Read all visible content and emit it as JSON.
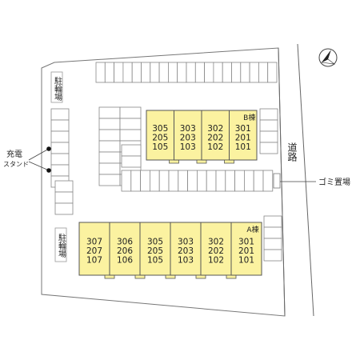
{
  "labels": {
    "parking_top": "駐輪場",
    "parking_bottom": "駐輪場",
    "charge_line1": "充電",
    "charge_line2": "スタンド",
    "road": "道路",
    "garbage": "ゴミ置場",
    "north_icon": "north-arrow"
  },
  "buildings": {
    "B": {
      "name": "B棟",
      "units": [
        {
          "rooms": [
            "305",
            "205",
            "105"
          ]
        },
        {
          "rooms": [
            "303",
            "203",
            "103"
          ]
        },
        {
          "rooms": [
            "302",
            "202",
            "102"
          ]
        },
        {
          "rooms": [
            "301",
            "201",
            "101"
          ]
        }
      ]
    },
    "A": {
      "name": "A棟",
      "units": [
        {
          "rooms": [
            "307",
            "207",
            "107"
          ]
        },
        {
          "rooms": [
            "306",
            "206",
            "106"
          ]
        },
        {
          "rooms": [
            "305",
            "205",
            "105"
          ]
        },
        {
          "rooms": [
            "303",
            "203",
            "103"
          ]
        },
        {
          "rooms": [
            "302",
            "202",
            "102"
          ]
        },
        {
          "rooms": [
            "301",
            "201",
            "101"
          ]
        }
      ]
    }
  },
  "colors": {
    "building_fill": "#fbf2a0",
    "building_stroke": "#555555",
    "line": "#777777"
  }
}
